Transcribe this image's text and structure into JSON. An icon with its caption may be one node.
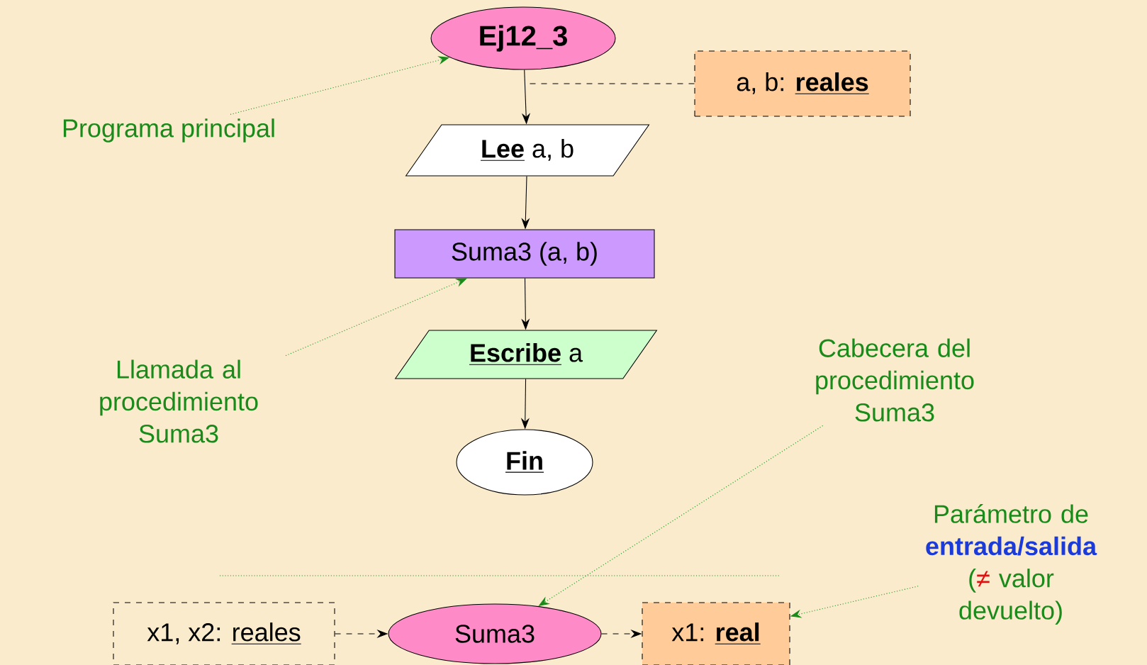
{
  "diagram": {
    "nodes": [
      {
        "text": [
          "Ej12_3"
        ]
      },
      {
        "text": [
          "a, b:",
          "reales"
        ]
      },
      {
        "text": [
          "Lee",
          "a, b"
        ]
      },
      {
        "text": [
          "Suma3 (a, b)"
        ]
      },
      {
        "text": [
          "Escribe",
          "a"
        ]
      },
      {
        "text": [
          "Fin"
        ]
      },
      {
        "text": [
          "Programa principal"
        ]
      },
      {
        "text": [
          "Llamada al procedimiento Suma3"
        ]
      },
      {
        "text": [
          "Cabecera del procedimiento Suma3"
        ]
      },
      {
        "text": [
          "x1, x2:",
          "reales"
        ]
      },
      {
        "text": [
          "Suma3"
        ]
      },
      {
        "text": [
          "x1:",
          "real"
        ]
      },
      {
        "text": [
          "Parámetro de",
          "entrada/salida",
          "(",
          "≠",
          "valor devuelto)"
        ]
      }
    ],
    "edges": [
      {
        "from": 0,
        "to": 2,
        "arrow": "to"
      },
      {
        "from": 1,
        "to": 0,
        "arrow": "none",
        "style": "dashed"
      },
      {
        "from": 2,
        "to": 3,
        "arrow": "to"
      },
      {
        "from": 3,
        "to": 4,
        "arrow": "to"
      },
      {
        "from": 4,
        "to": 5,
        "arrow": "to"
      },
      {
        "from": 6,
        "to": 0,
        "arrow": "to",
        "style": "dashed",
        "color": "#1a8a1a"
      },
      {
        "from": 7,
        "to": 3,
        "arrow": "to",
        "style": "dashed",
        "color": "#1a8a1a"
      },
      {
        "from": 8,
        "to": 10,
        "arrow": "to",
        "style": "dashed",
        "color": "#1a8a1a"
      },
      {
        "from": 12,
        "to": 11,
        "arrow": "to",
        "style": "dashed",
        "color": "#1a8a1a"
      },
      {
        "from": 9,
        "to": 10,
        "arrow": "to",
        "style": "dashed"
      },
      {
        "from": 10,
        "to": 11,
        "arrow": "to",
        "style": "dashed"
      }
    ]
  }
}
